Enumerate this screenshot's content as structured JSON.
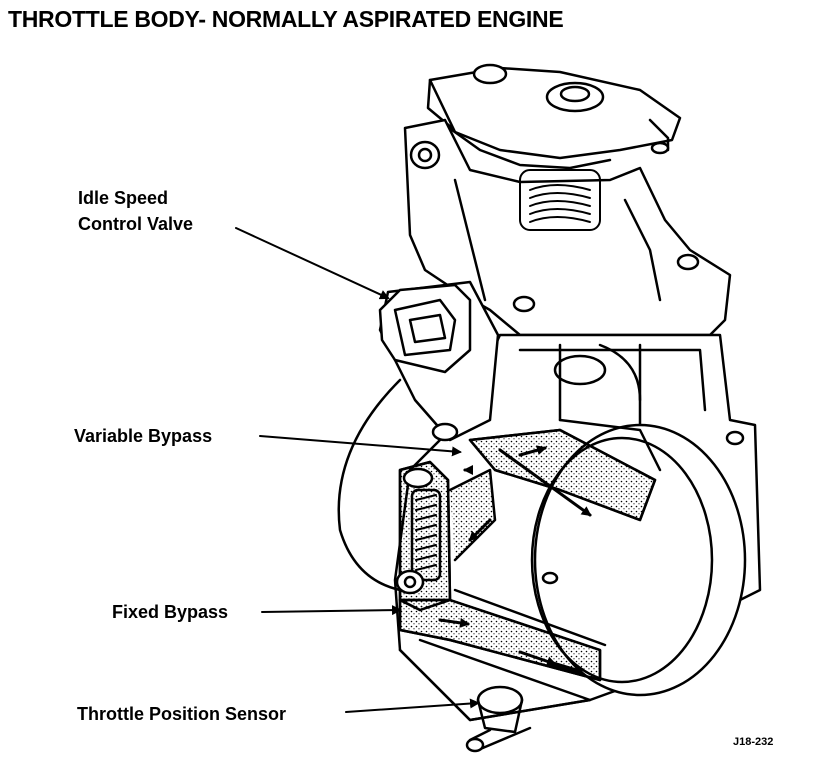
{
  "title": "THROTTLE BODY- NORMALLY ASPIRATED ENGINE",
  "labels": {
    "idle_speed_line1": "Idle Speed",
    "idle_speed_line2": "Control Valve",
    "variable_bypass": "Variable Bypass",
    "fixed_bypass": "Fixed Bypass",
    "throttle_position_sensor": "Throttle Position Sensor"
  },
  "figure_code": "J18-232"
}
